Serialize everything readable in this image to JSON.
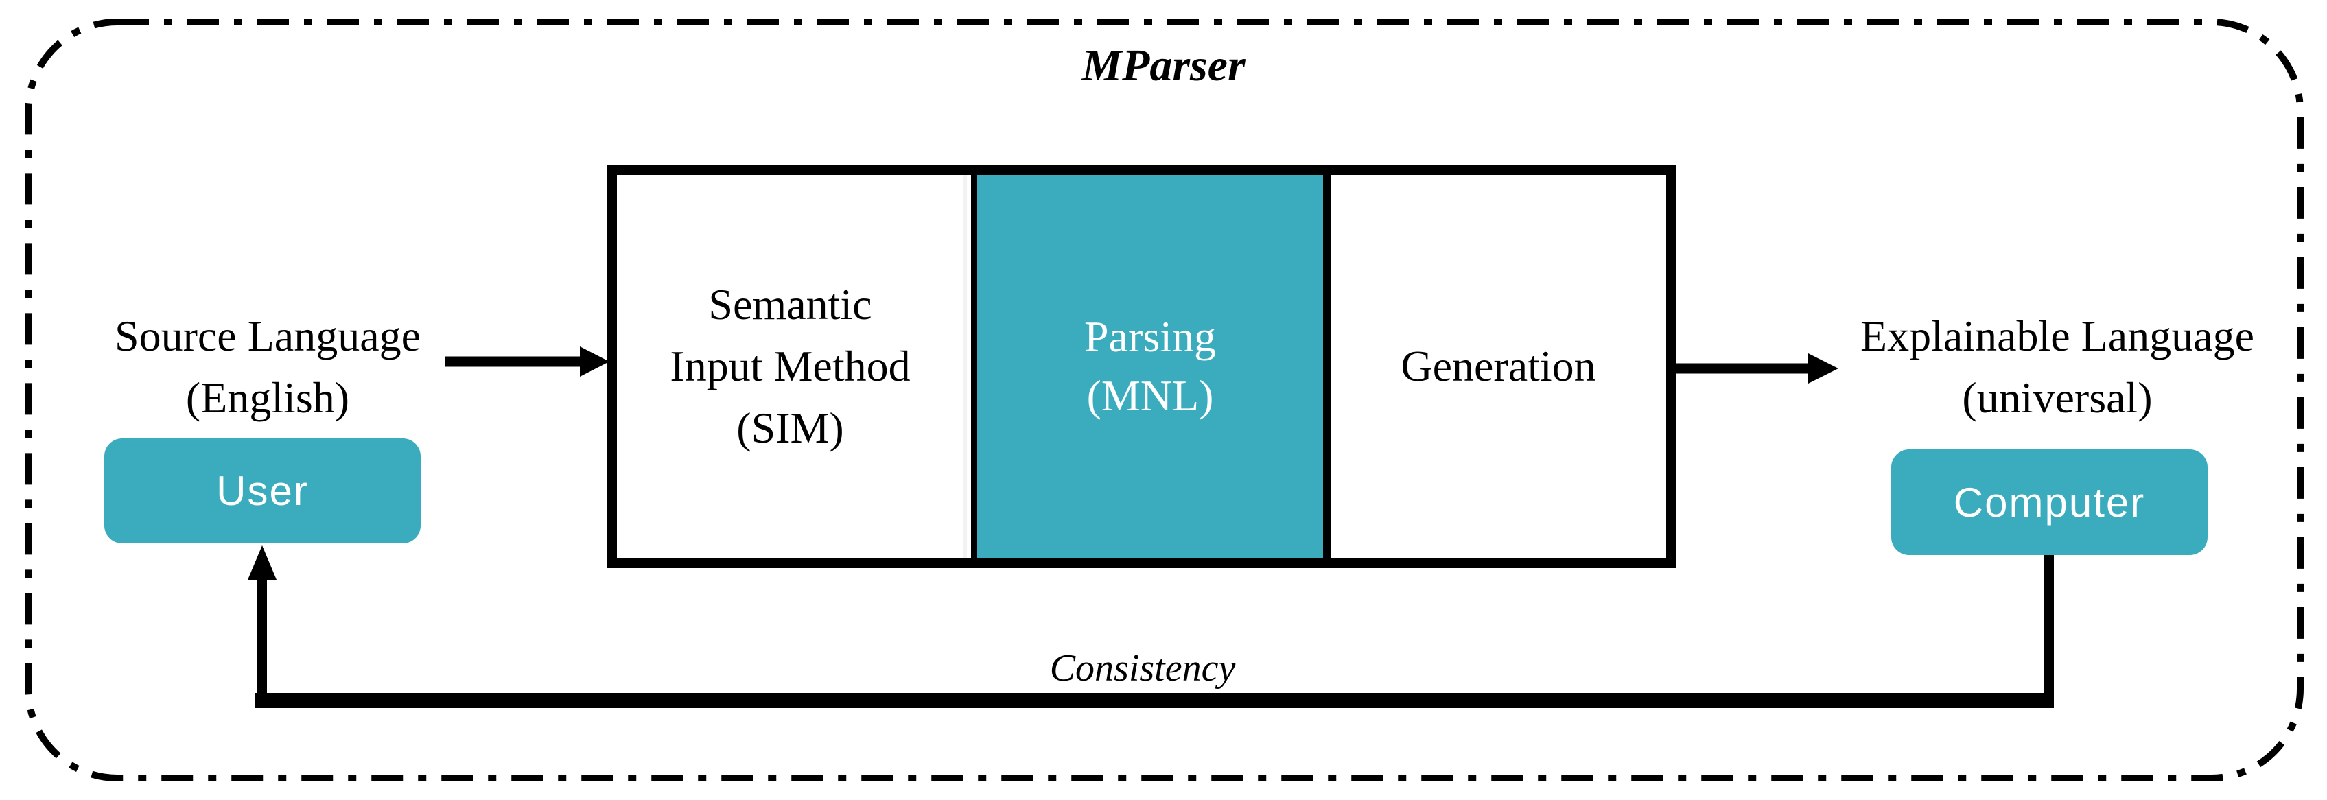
{
  "title": "MParser",
  "colors": {
    "accent_teal": "#3AACBD",
    "line_black": "#000000"
  },
  "source": {
    "label_line1": "Source Language",
    "label_line2": "(English)",
    "actor": "User"
  },
  "target": {
    "label_line1": "Explainable Language",
    "label_line2": "(universal)",
    "actor": "Computer"
  },
  "pipeline": {
    "sim": {
      "lines": [
        "Semantic",
        "Input Method",
        "(SIM)"
      ]
    },
    "parsing": {
      "lines": [
        "Parsing",
        "(MNL)"
      ]
    },
    "generation": {
      "label": "Generation"
    }
  },
  "feedback": {
    "label": "Consistency"
  }
}
